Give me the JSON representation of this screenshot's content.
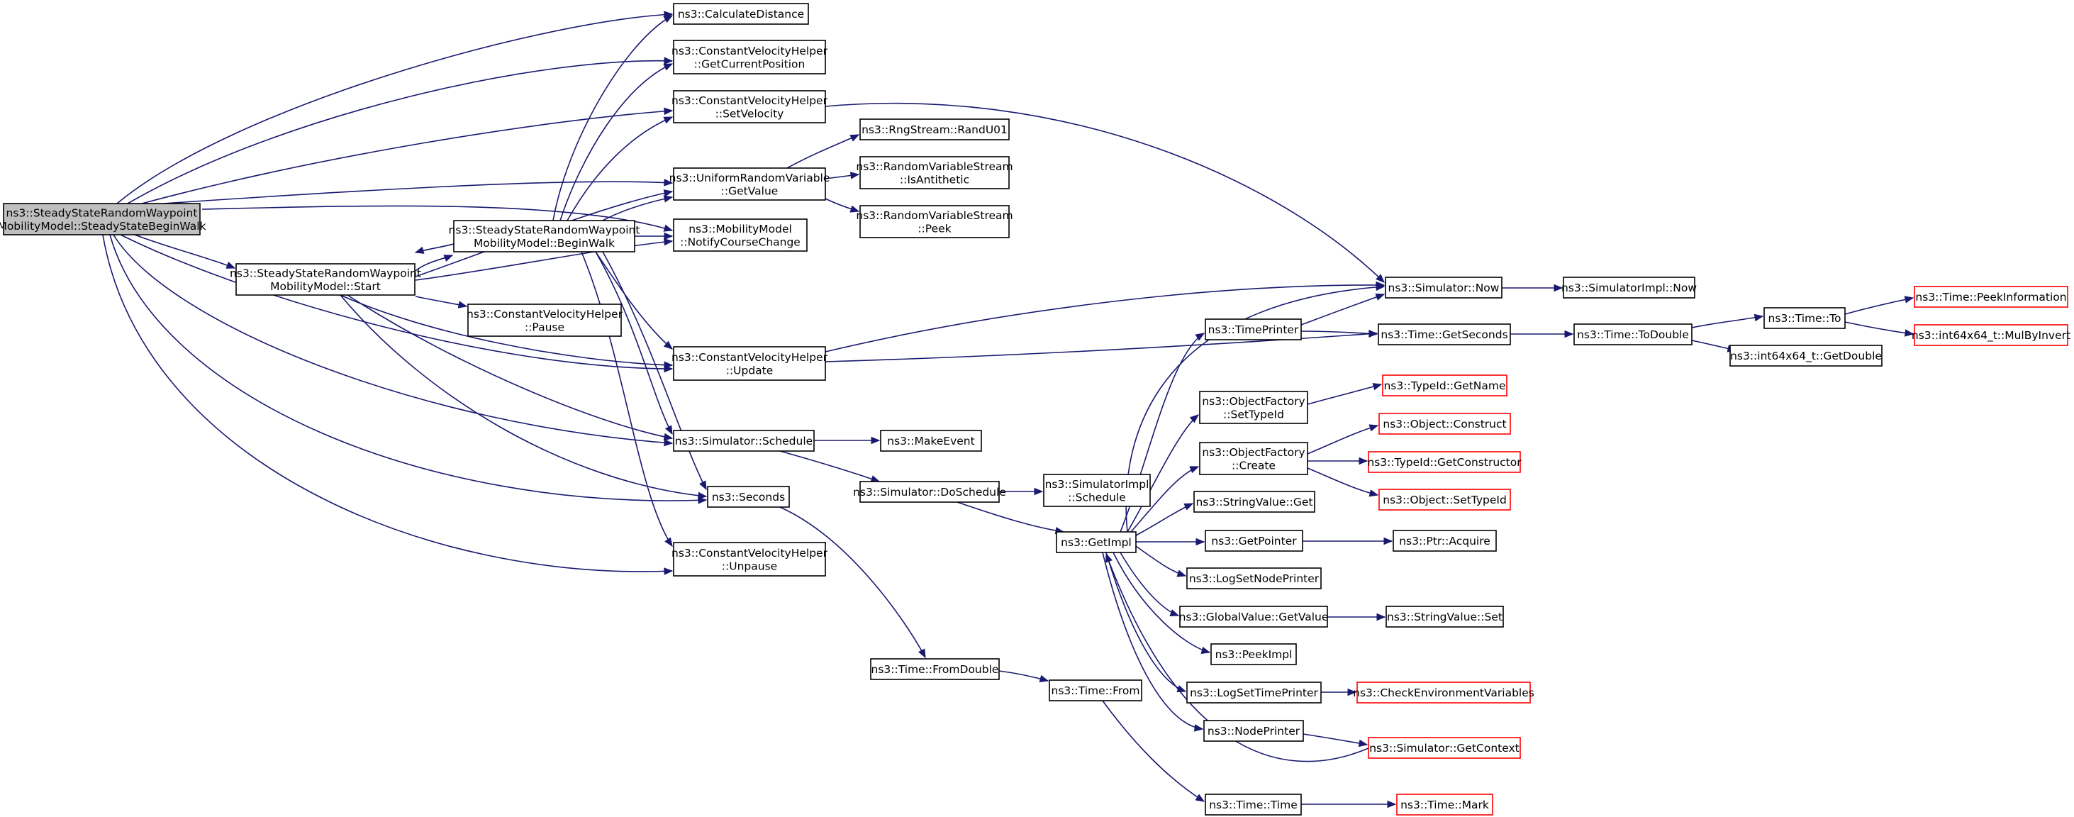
{
  "colors": {
    "edge": "#191970",
    "node_border": "#000000",
    "truncated_border": "#ff0000",
    "root_fill": "#bfbfbf"
  },
  "nodes": {
    "root": {
      "lines": [
        "ns3::SteadyStateRandomWaypoint",
        "MobilityModel::SteadyStateBeginWalk"
      ],
      "style": "root"
    },
    "start": {
      "lines": [
        "ns3::SteadyStateRandomWaypoint",
        "MobilityModel::Start"
      ],
      "style": "normal"
    },
    "beginwalk": {
      "lines": [
        "ns3::SteadyStateRandomWaypoint",
        "MobilityModel::BeginWalk"
      ],
      "style": "normal"
    },
    "calcdist": {
      "lines": [
        "ns3::CalculateDistance"
      ],
      "style": "normal"
    },
    "getcurpos": {
      "lines": [
        "ns3::ConstantVelocityHelper",
        "::GetCurrentPosition"
      ],
      "style": "normal"
    },
    "setvel": {
      "lines": [
        "ns3::ConstantVelocityHelper",
        "::SetVelocity"
      ],
      "style": "normal"
    },
    "urvgetvalue": {
      "lines": [
        "ns3::UniformRandomVariable",
        "::GetValue"
      ],
      "style": "normal"
    },
    "notify": {
      "lines": [
        "ns3::MobilityModel",
        "::NotifyCourseChange"
      ],
      "style": "normal"
    },
    "pause": {
      "lines": [
        "ns3::ConstantVelocityHelper",
        "::Pause"
      ],
      "style": "normal"
    },
    "update": {
      "lines": [
        "ns3::ConstantVelocityHelper",
        "::Update"
      ],
      "style": "normal"
    },
    "schedule": {
      "lines": [
        "ns3::Simulator::Schedule"
      ],
      "style": "normal"
    },
    "seconds": {
      "lines": [
        "ns3::Seconds"
      ],
      "style": "normal"
    },
    "unpause": {
      "lines": [
        "ns3::ConstantVelocityHelper",
        "::Unpause"
      ],
      "style": "normal"
    },
    "randu01": {
      "lines": [
        "ns3::RngStream::RandU01"
      ],
      "style": "normal"
    },
    "isanti": {
      "lines": [
        "ns3::RandomVariableStream",
        "::IsAntithetic"
      ],
      "style": "normal"
    },
    "peek": {
      "lines": [
        "ns3::RandomVariableStream",
        "::Peek"
      ],
      "style": "normal"
    },
    "makeevent": {
      "lines": [
        "ns3::MakeEvent"
      ],
      "style": "normal"
    },
    "doschedule": {
      "lines": [
        "ns3::Simulator::DoSchedule"
      ],
      "style": "normal"
    },
    "implschedule": {
      "lines": [
        "ns3::SimulatorImpl",
        "::Schedule"
      ],
      "style": "normal"
    },
    "fromdouble": {
      "lines": [
        "ns3::Time::FromDouble"
      ],
      "style": "normal"
    },
    "timefrom": {
      "lines": [
        "ns3::Time::From"
      ],
      "style": "normal"
    },
    "getimpl": {
      "lines": [
        "ns3::GetImpl"
      ],
      "style": "normal"
    },
    "timeprinter": {
      "lines": [
        "ns3::TimePrinter"
      ],
      "style": "normal"
    },
    "ofsettypeid": {
      "lines": [
        "ns3::ObjectFactory",
        "::SetTypeId"
      ],
      "style": "normal"
    },
    "ofcreate": {
      "lines": [
        "ns3::ObjectFactory",
        "::Create"
      ],
      "style": "normal"
    },
    "svget": {
      "lines": [
        "ns3::StringValue::Get"
      ],
      "style": "normal"
    },
    "getpointer": {
      "lines": [
        "ns3::GetPointer"
      ],
      "style": "normal"
    },
    "logsetnode": {
      "lines": [
        "ns3::LogSetNodePrinter"
      ],
      "style": "normal"
    },
    "gvgetvalue": {
      "lines": [
        "ns3::GlobalValue::GetValue"
      ],
      "style": "normal"
    },
    "peekimpl": {
      "lines": [
        "ns3::PeekImpl"
      ],
      "style": "normal"
    },
    "logsettime": {
      "lines": [
        "ns3::LogSetTimePrinter"
      ],
      "style": "normal"
    },
    "nodeprinter": {
      "lines": [
        "ns3::NodePrinter"
      ],
      "style": "normal"
    },
    "timetime": {
      "lines": [
        "ns3::Time::Time"
      ],
      "style": "normal"
    },
    "simnow": {
      "lines": [
        "ns3::Simulator::Now"
      ],
      "style": "normal"
    },
    "implnow": {
      "lines": [
        "ns3::SimulatorImpl::Now"
      ],
      "style": "normal"
    },
    "getseconds": {
      "lines": [
        "ns3::Time::GetSeconds"
      ],
      "style": "normal"
    },
    "todouble": {
      "lines": [
        "ns3::Time::ToDouble"
      ],
      "style": "normal"
    },
    "timeto": {
      "lines": [
        "ns3::Time::To"
      ],
      "style": "normal"
    },
    "peekinfo": {
      "lines": [
        "ns3::Time::PeekInformation"
      ],
      "style": "trunc"
    },
    "mulbyinvert": {
      "lines": [
        "ns3::int64x64_t::MulByInvert"
      ],
      "style": "trunc"
    },
    "getdouble": {
      "lines": [
        "ns3::int64x64_t::GetDouble"
      ],
      "style": "normal"
    },
    "typeidgetname": {
      "lines": [
        "ns3::TypeId::GetName"
      ],
      "style": "trunc"
    },
    "objconstruct": {
      "lines": [
        "ns3::Object::Construct"
      ],
      "style": "trunc"
    },
    "getctor": {
      "lines": [
        "ns3::TypeId::GetConstructor"
      ],
      "style": "trunc"
    },
    "objsettypeid": {
      "lines": [
        "ns3::Object::SetTypeId"
      ],
      "style": "trunc"
    },
    "ptracquire": {
      "lines": [
        "ns3::Ptr::Acquire"
      ],
      "style": "normal"
    },
    "svset": {
      "lines": [
        "ns3::StringValue::Set"
      ],
      "style": "normal"
    },
    "checkenv": {
      "lines": [
        "ns3::CheckEnvironmentVariables"
      ],
      "style": "trunc"
    },
    "getcontext": {
      "lines": [
        "ns3::Simulator::GetContext"
      ],
      "style": "trunc"
    },
    "timemark": {
      "lines": [
        "ns3::Time::Mark"
      ],
      "style": "trunc"
    }
  }
}
